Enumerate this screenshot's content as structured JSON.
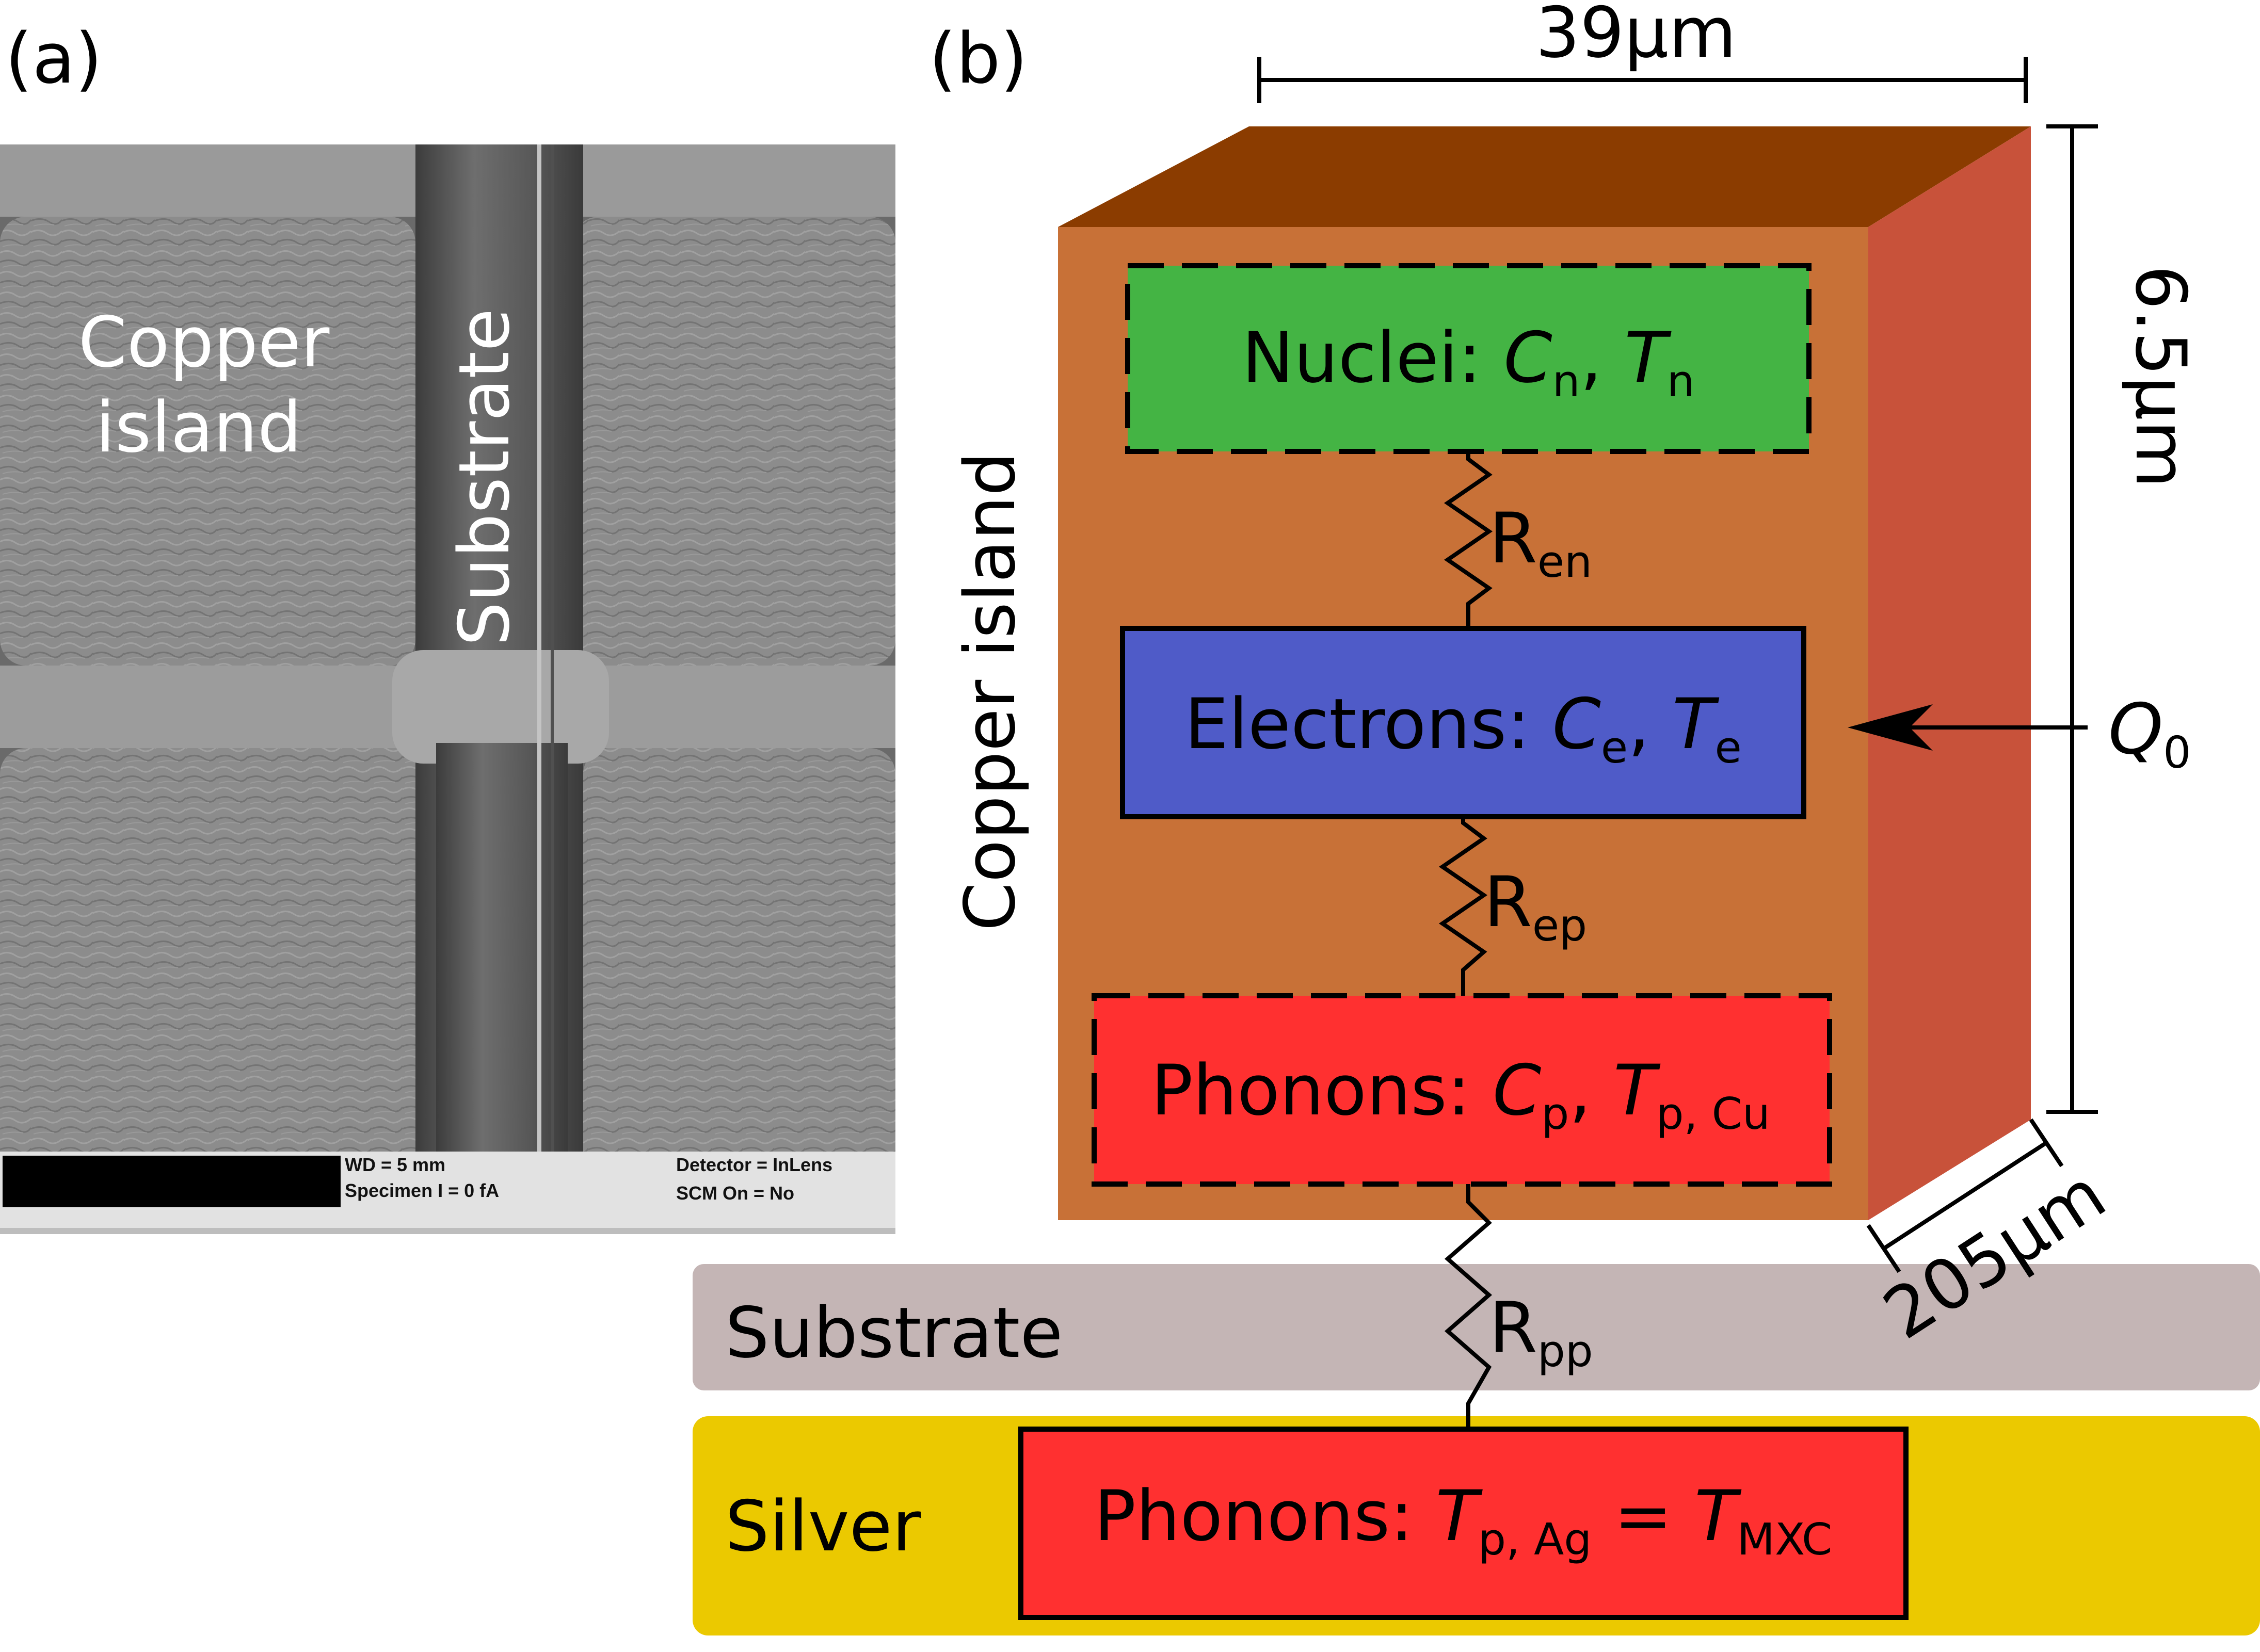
{
  "panel_a": {
    "label": "(a)",
    "copper_island_line1": "Copper",
    "copper_island_line2": "island",
    "substrate_label": "Substrate",
    "sem_info": {
      "wd": "WD =    5 mm",
      "specimen": "Specimen I =       0 fA",
      "detector": "Detector = InLens",
      "scm": "SCM On = No"
    }
  },
  "panel_b": {
    "label": "(b)",
    "width_dim": "39μm",
    "height_dim": "6.5μm",
    "depth_dim": "205μm",
    "copper_island_label": "Copper island",
    "nuclei": {
      "prefix": "Nuclei: ",
      "c": "C",
      "c_sub": "n",
      "sep": ", ",
      "t": "T",
      "t_sub": "n"
    },
    "electrons": {
      "prefix": "Electrons: ",
      "c": "C",
      "c_sub": "e",
      "sep": ", ",
      "t": "T",
      "t_sub": "e"
    },
    "phonons_cu": {
      "prefix": "Phonons: ",
      "c": "C",
      "c_sub": "p",
      "sep": ", ",
      "t": "T",
      "t_sub": "p, Cu"
    },
    "phonons_ag": {
      "prefix": "Phonons: ",
      "t": "T",
      "t_sub": "p, Ag",
      "eq": " = ",
      "t2": "T",
      "t2_sub": "MXC"
    },
    "r_en": {
      "main": "R",
      "sub": "en"
    },
    "r_ep": {
      "main": "R",
      "sub": "ep"
    },
    "r_pp": {
      "main": "R",
      "sub": "pp"
    },
    "heat_input": {
      "main": "Q",
      "sub": "0"
    },
    "substrate_label": "Substrate",
    "silver_label": "Silver"
  },
  "colors": {
    "copper_front": "#C87137",
    "copper_top": "#8B3C00",
    "copper_side": "#C8523A",
    "nuclei": "#44B444",
    "electrons": "#4F5BC8",
    "phonons": "#FF3030",
    "substrate": "#C4B5B5",
    "silver": "#EBC900",
    "sem_gray": "#8A8A8A"
  }
}
